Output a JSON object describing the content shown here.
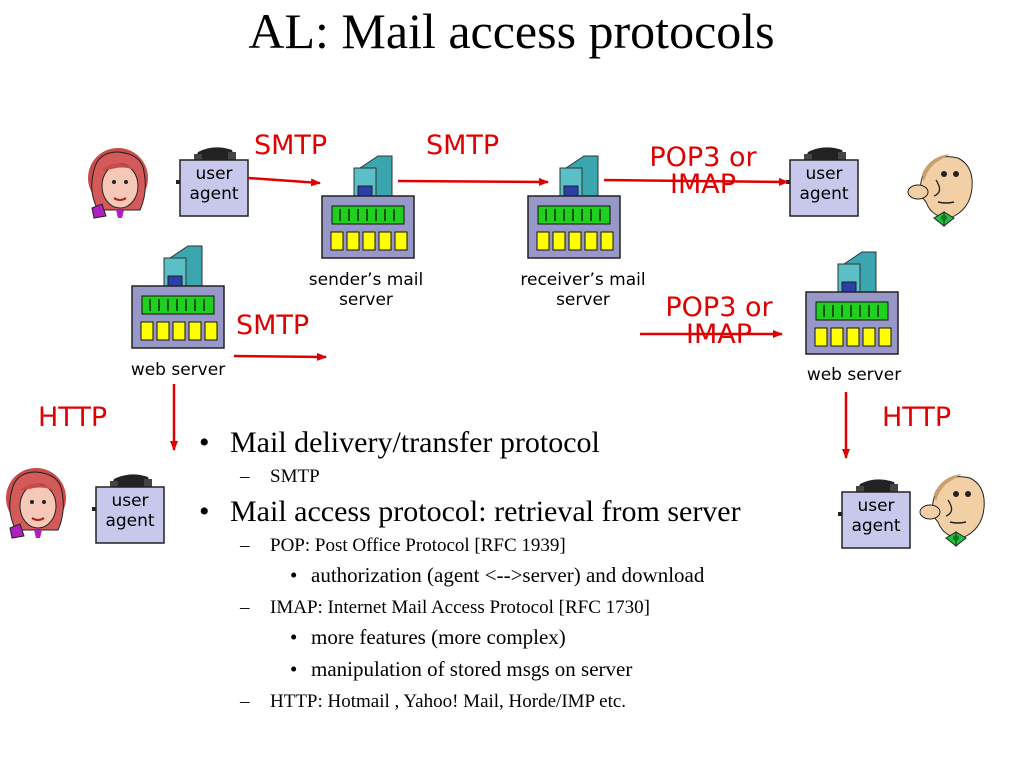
{
  "title": "AL: Mail access protocols",
  "diagram": {
    "protocols": {
      "smtp_top_left": "SMTP",
      "smtp_top_mid": "SMTP",
      "pop3_top": "POP3 or\nIMAP",
      "smtp_mid": "SMTP",
      "pop3_mid": "POP3 or\nIMAP",
      "http_left": "HTTP",
      "http_right": "HTTP"
    },
    "labels": {
      "sender_server": "sender’s mail\nserver",
      "receiver_server": "receiver’s mail\nserver",
      "web_server_left": "web server",
      "web_server_right": "web server",
      "user_agent": "user\nagent"
    },
    "colors": {
      "protocol": "#e00000",
      "arrow": "#e00000",
      "server_body": "#9898c8",
      "server_tower": "#5abfc6"
    }
  },
  "bullets": [
    {
      "level": 1,
      "text": "Mail delivery/transfer protocol"
    },
    {
      "level": 2,
      "text": "SMTP"
    },
    {
      "level": 1,
      "text": "Mail access protocol: retrieval from server"
    },
    {
      "level": 2,
      "text": "POP: Post Office Protocol [RFC 1939]"
    },
    {
      "level": 3,
      "text": "authorization (agent <-->server) and download"
    },
    {
      "level": 2,
      "text": "IMAP: Internet Mail Access Protocol [RFC 1730]"
    },
    {
      "level": 3,
      "text": "more features (more complex)"
    },
    {
      "level": 3,
      "text": "manipulation of stored msgs on server"
    },
    {
      "level": 2,
      "text": "HTTP: Hotmail , Yahoo! Mail, Horde/IMP etc."
    }
  ]
}
